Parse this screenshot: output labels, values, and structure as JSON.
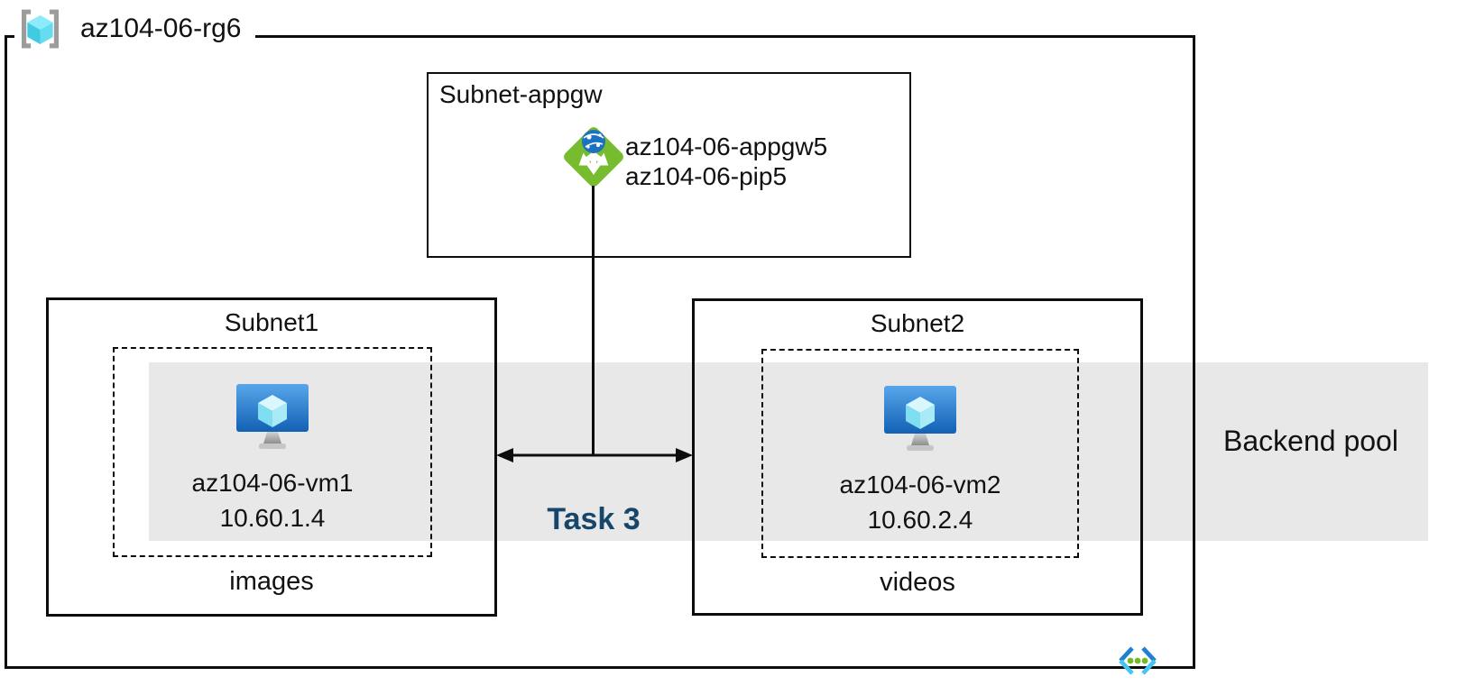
{
  "resource_group": {
    "label": "az104-06-rg6"
  },
  "appgw_subnet": {
    "label": "Subnet-appgw",
    "gateway_name": "az104-06-appgw5",
    "public_ip_name": "az104-06-pip5"
  },
  "subnet1": {
    "label": "Subnet1",
    "vm_name": "az104-06-vm1",
    "vm_ip": "10.60.1.4",
    "caption": "images"
  },
  "subnet2": {
    "label": "Subnet2",
    "vm_name": "az104-06-vm2",
    "vm_ip": "10.60.2.4",
    "caption": "videos"
  },
  "backend_pool": {
    "label": "Backend pool"
  },
  "task": {
    "label": "Task 3"
  },
  "icons": {
    "resource_group": "resource-group-icon",
    "application_gateway": "application-gateway-icon",
    "virtual_machine": "virtual-machine-icon",
    "virtual_network": "virtual-network-icon"
  },
  "colors": {
    "backend_band": "#e8e8e8",
    "task_text": "#17466b",
    "appgw_green": "#76bc2e",
    "globe_blue": "#1b72c0",
    "vm_blue_top": "#58a6ea",
    "vm_blue_bottom": "#1261b4",
    "cube_cyan": "#7fdef2",
    "vnet_blue": "#1f7fd0",
    "vnet_cyan": "#45c7f2",
    "dot_green": "#74b928",
    "line": "#0d0d0d"
  }
}
